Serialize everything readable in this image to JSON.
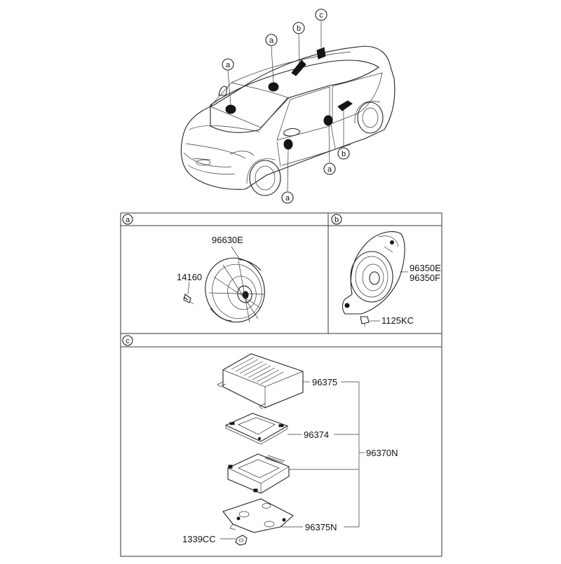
{
  "callout_letters": {
    "a": "a",
    "b": "b",
    "c": "c"
  },
  "sections": [
    {
      "letter": "a"
    },
    {
      "letter": "b"
    },
    {
      "letter": "c"
    }
  ],
  "parts": {
    "front_speaker": "96630E",
    "screw": "14160",
    "tweeter_left": "96350E",
    "tweeter_right": "96350F",
    "tweeter_screw": "1125KC",
    "amp_cover": "96375",
    "amp_board": "96374",
    "amp_assembly": "96370N",
    "amp_bracket": "96375N",
    "nut": "1339CC"
  }
}
